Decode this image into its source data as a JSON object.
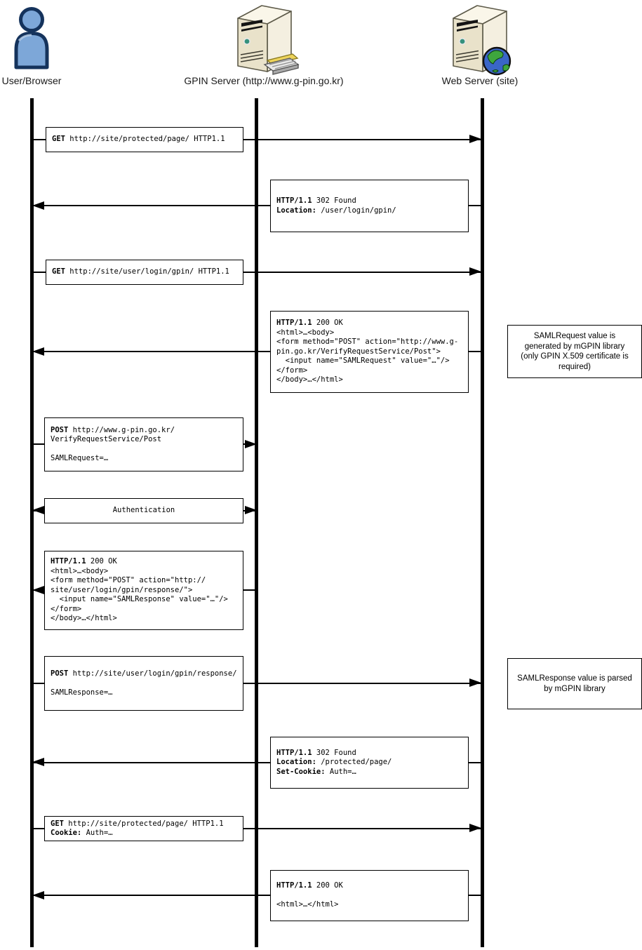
{
  "actors": [
    {
      "label": "User/Browser",
      "icon": "person-icon"
    },
    {
      "label": "GPIN Server (http://www.g-pin.go.kr)",
      "icon": "server-keyboard-icon"
    },
    {
      "label": "Web Server (site)",
      "icon": "server-globe-icon"
    }
  ],
  "messages": [
    {
      "name": "get-protected-page",
      "from": "user",
      "to": "web",
      "lines": [
        {
          "b": "GET",
          "t": " http://site/protected/page/ HTTP1.1"
        }
      ]
    },
    {
      "name": "302-found-login-gpin",
      "from": "web",
      "to": "user",
      "lines": [
        {
          "b": "HTTP/1.1",
          "t": " 302 Found"
        },
        {
          "b": "Location:",
          "t": " /user/login/gpin/"
        }
      ]
    },
    {
      "name": "get-user-login-gpin",
      "from": "user",
      "to": "web",
      "lines": [
        {
          "b": "GET",
          "t": " http://site/user/login/gpin/ HTTP1.1"
        }
      ]
    },
    {
      "name": "200-ok-samlrequest-form",
      "from": "web",
      "to": "user",
      "lines": [
        {
          "b": "HTTP/1.1",
          "t": " 200 OK"
        },
        {
          "t": "<html>…<body>"
        },
        {
          "t": "<form method=\"POST\" action=\"http://www.g-"
        },
        {
          "t": "pin.go.kr/VerifyRequestService/Post\">"
        },
        {
          "t": "  <input name=\"SAMLRequest\" value=\"…\"/>"
        },
        {
          "t": "</form>"
        },
        {
          "t": "</body>…</html>"
        }
      ]
    },
    {
      "name": "post-verify-request-service",
      "from": "user",
      "to": "gpin",
      "lines": [
        {
          "b": "POST",
          "t": " http://www.g-pin.go.kr/"
        },
        {
          "t": "VerifyRequestService/Post"
        },
        {
          "t": ""
        },
        {
          "t": "SAMLRequest=…"
        }
      ]
    },
    {
      "name": "authentication",
      "from": "user",
      "to": "gpin",
      "bidirectional": true,
      "lines": [
        {
          "t": "Authentication"
        }
      ]
    },
    {
      "name": "200-ok-samlresponse-form",
      "from": "gpin",
      "to": "user",
      "lines": [
        {
          "b": "HTTP/1.1",
          "t": " 200 OK"
        },
        {
          "t": "<html>…<body>"
        },
        {
          "t": "<form method=\"POST\" action=\"http://"
        },
        {
          "t": "site/user/login/gpin/response/\">"
        },
        {
          "t": "  <input name=\"SAMLResponse\" value=\"…\"/>"
        },
        {
          "t": "</form>"
        },
        {
          "t": "</body>…</html>"
        }
      ]
    },
    {
      "name": "post-gpin-response",
      "from": "user",
      "to": "web",
      "lines": [
        {
          "b": "POST",
          "t": " http://site/user/login/gpin/response/"
        },
        {
          "t": ""
        },
        {
          "t": "SAMLResponse=…"
        }
      ]
    },
    {
      "name": "302-found-set-cookie",
      "from": "web",
      "to": "user",
      "lines": [
        {
          "b": "HTTP/1.1",
          "t": " 302 Found"
        },
        {
          "b": "Location:",
          "t": " /protected/page/"
        },
        {
          "b": "Set-Cookie:",
          "t": " Auth=…"
        }
      ]
    },
    {
      "name": "get-protected-page-with-cookie",
      "from": "user",
      "to": "web",
      "lines": [
        {
          "b": "GET",
          "t": " http://site/protected/page/ HTTP1.1"
        },
        {
          "b": "Cookie:",
          "t": " Auth=…"
        }
      ]
    },
    {
      "name": "200-ok-html",
      "from": "web",
      "to": "user",
      "lines": [
        {
          "b": "HTTP/1.1",
          "t": " 200 OK"
        },
        {
          "t": ""
        },
        {
          "t": "<html>…</html>"
        }
      ]
    }
  ],
  "notes": [
    {
      "text": "SAMLRequest value is generated by mGPIN library (only GPIN X.509 certificate is required)"
    },
    {
      "text": "SAMLResponse value is parsed by mGPIN library"
    }
  ],
  "colors": {
    "lifeline": "#000000",
    "box_border": "#000000",
    "person_fill": "#7da7d8",
    "server_front": "#e9e2ca",
    "server_side": "#f4efe0",
    "server_top": "#faf6e9",
    "button_teal": "#35917d",
    "keyboard_yellow": "#edd35a",
    "globe_ocean": "#3a66c8",
    "globe_land": "#3ea63e"
  }
}
